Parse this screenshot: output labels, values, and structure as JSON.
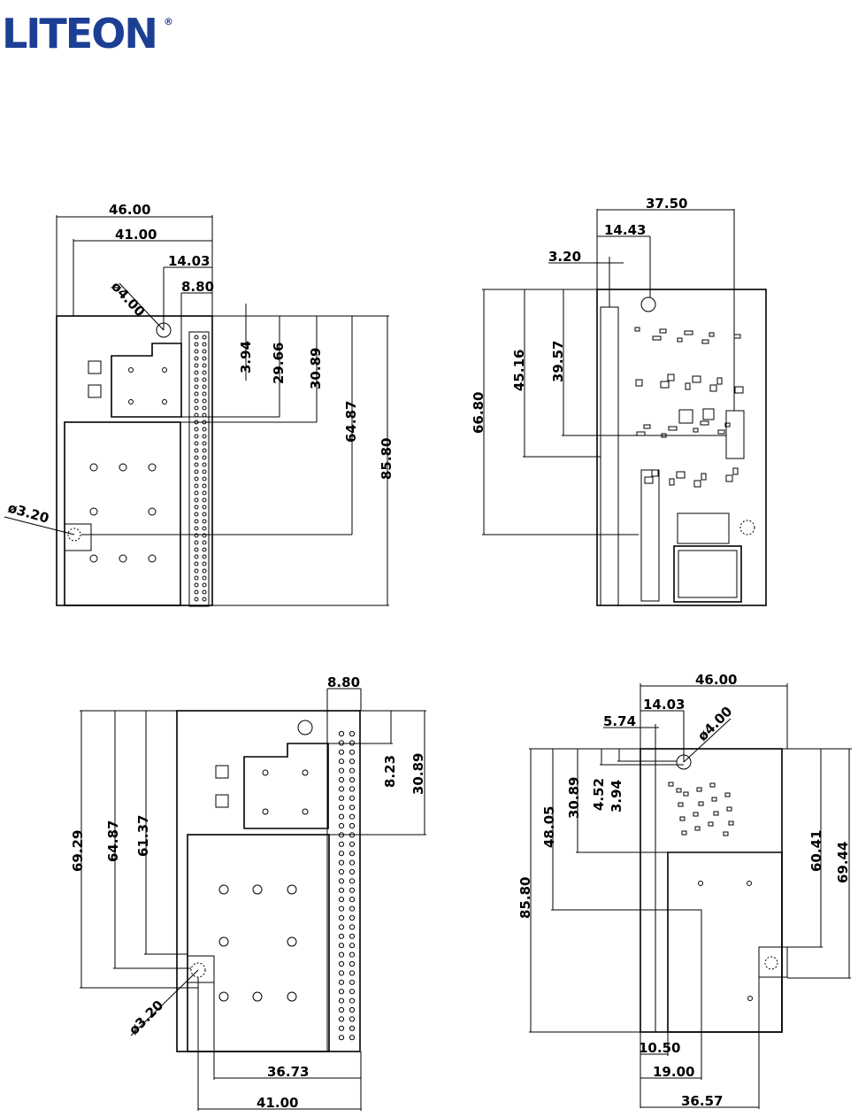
{
  "brand": {
    "name": "LITEON",
    "registered": "®",
    "color": "#1c3f94"
  },
  "views": {
    "top_left": {
      "dims": {
        "w46": "46.00",
        "w41": "41.00",
        "d1403": "14.03",
        "d880": "8.80",
        "hole400": "ø4.00",
        "hole320": "ø3.20",
        "v394": "3.94",
        "v2966": "29.66",
        "v3089": "30.89",
        "v6487": "64.87",
        "v8580": "85.80"
      }
    },
    "top_right": {
      "dims": {
        "w3750": "37.50",
        "w1443": "14.43",
        "w320": "3.20",
        "v6680": "66.80",
        "v4516": "45.16",
        "v3957": "39.57"
      }
    },
    "bottom_left": {
      "dims": {
        "w880": "8.80",
        "v823": "8.23",
        "v3089": "30.89",
        "v6929": "69.29",
        "v6487": "64.87",
        "v6137": "61.37",
        "hole320": "ø3.20",
        "w3673": "36.73",
        "w4100": "41.00"
      }
    },
    "bottom_right": {
      "dims": {
        "w4600": "46.00",
        "w1403": "14.03",
        "w574": "5.74",
        "hole400": "ø4.00",
        "v8580": "85.80",
        "v4805": "48.05",
        "v3089": "30.89",
        "v452": "4.52",
        "v394": "3.94",
        "v6041": "60.41",
        "v6944": "69.44",
        "w1050": "10.50",
        "w1900": "19.00",
        "w3657": "36.57"
      }
    }
  }
}
